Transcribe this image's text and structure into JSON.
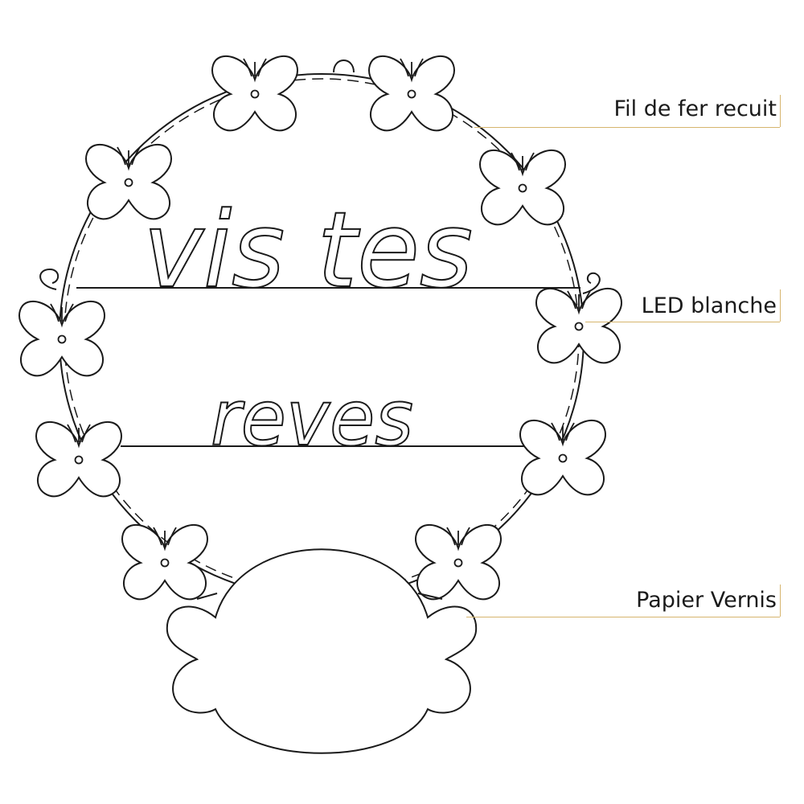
{
  "labels": {
    "wire": "Fil de fer recuit",
    "led": "LED blanche",
    "paper": "Papier Vernis"
  },
  "wire_text": {
    "line1": "vis tes",
    "line2": "reves"
  },
  "colors": {
    "stroke": "#1a1a1a",
    "leader": "#d6b56e"
  }
}
